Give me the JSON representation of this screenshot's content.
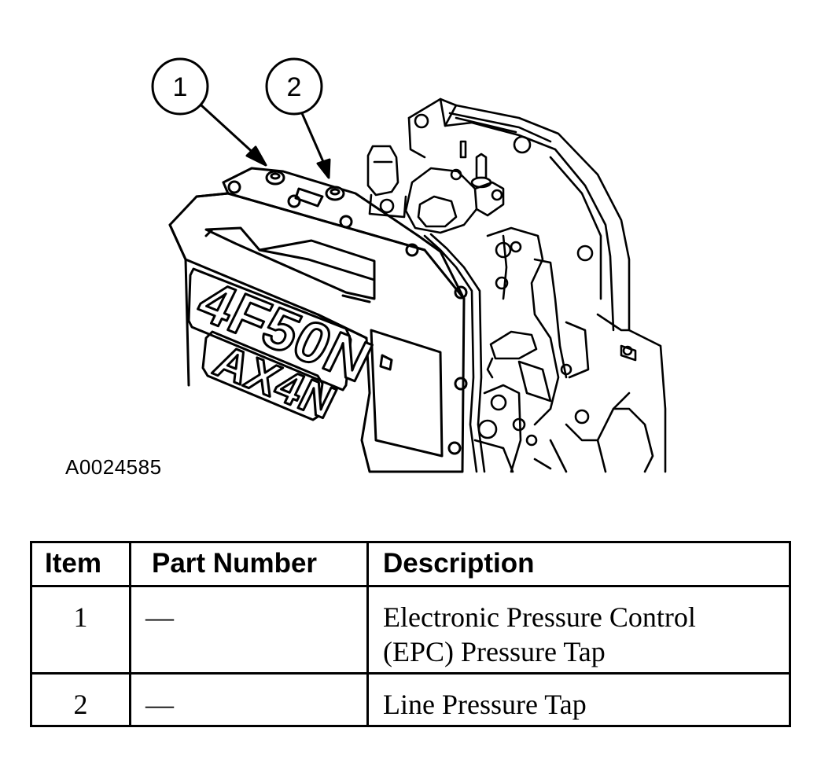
{
  "figure": {
    "callouts": [
      "1",
      "2"
    ],
    "housing_text_top": "4F50N",
    "housing_text_bottom": "AX4N",
    "figure_id": "A0024585"
  },
  "table": {
    "headers": {
      "item": "Item",
      "part_number": "Part Number",
      "description": "Description"
    },
    "rows": [
      {
        "item": "1",
        "part_number": "—",
        "description_line1": "Electronic Pressure Control",
        "description_line2": "(EPC) Pressure Tap"
      },
      {
        "item": "2",
        "part_number": "—",
        "description_line1": "Line Pressure Tap",
        "description_line2": ""
      }
    ]
  }
}
